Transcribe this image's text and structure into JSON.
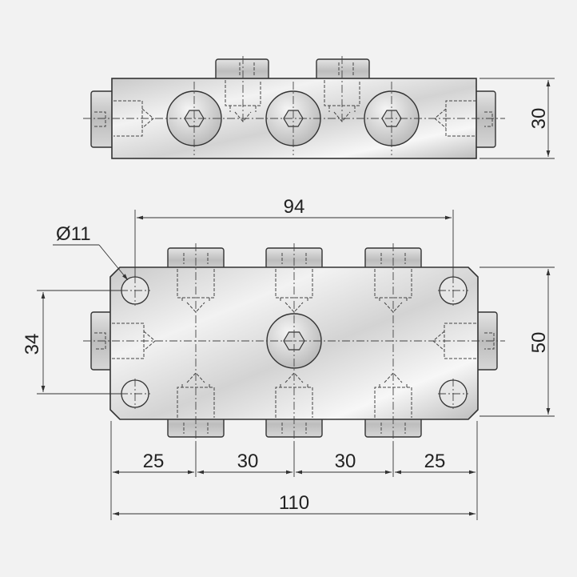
{
  "palette": {
    "background": "#f2f2f2",
    "line": "#333333",
    "metal_light": "#f4f4f4",
    "metal_dark": "#b8b8b8"
  },
  "top_view": {
    "dimensions": {
      "height": "30"
    }
  },
  "front_view": {
    "dimensions": {
      "hole_pitch": "94",
      "hole_diameter": "Ø11",
      "vertical_pitch": "34",
      "height": "50",
      "spacing_left": "25",
      "spacing_mid_1": "30",
      "spacing_mid_2": "30",
      "spacing_right": "25",
      "overall_length": "110"
    }
  }
}
